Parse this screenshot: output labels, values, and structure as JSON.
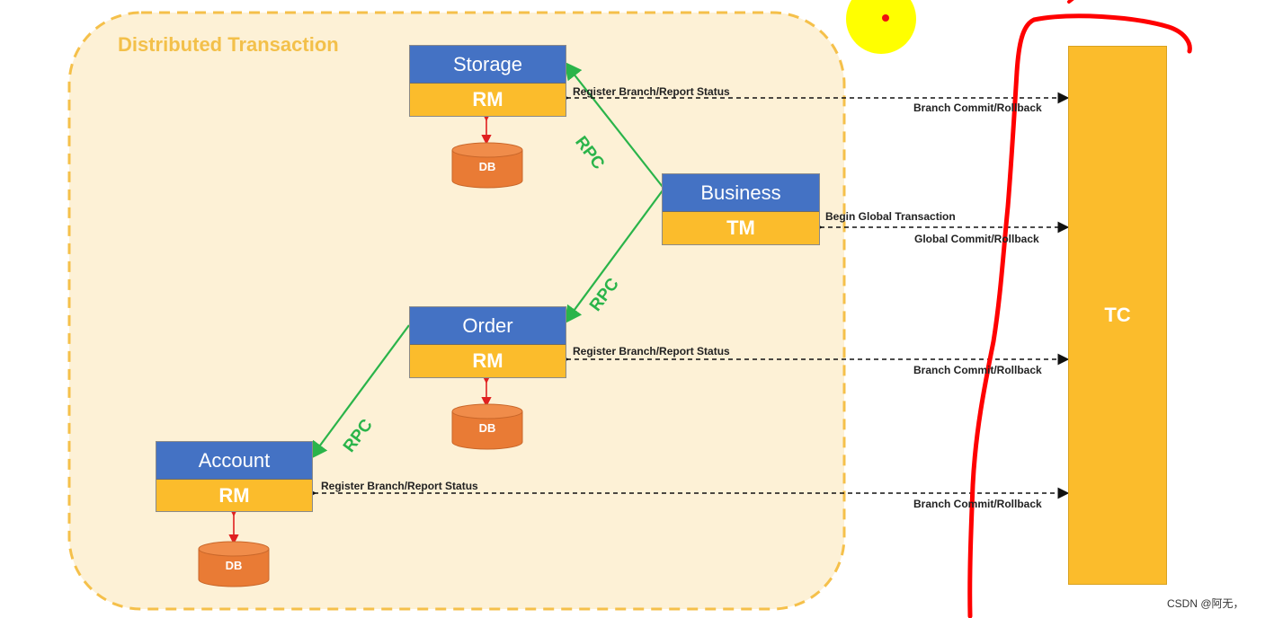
{
  "group": {
    "title": "Distributed Transaction"
  },
  "storage": {
    "name": "Storage",
    "role": "RM"
  },
  "business": {
    "name": "Business",
    "role": "TM"
  },
  "order": {
    "name": "Order",
    "role": "RM"
  },
  "account": {
    "name": "Account",
    "role": "RM"
  },
  "tc": {
    "name": "TC"
  },
  "db_label": "DB",
  "rpc_label": "RPC",
  "labels": {
    "register": "Register Branch/Report Status",
    "branch": "Branch Commit/Rollback",
    "begin_global": "Begin Global Transaction",
    "global_commit": "Global Commit/Rollback"
  },
  "watermark": "CSDN @阿无，",
  "colors": {
    "service_blue": "#4472c4",
    "role_yellow": "#fbbc2c",
    "db_orange": "#e97b35",
    "rpc_green": "#2ab44a",
    "group_fill": "#fdf1d6",
    "annotation_red": "#ff0000",
    "marker_yellow": "#ffff00"
  }
}
